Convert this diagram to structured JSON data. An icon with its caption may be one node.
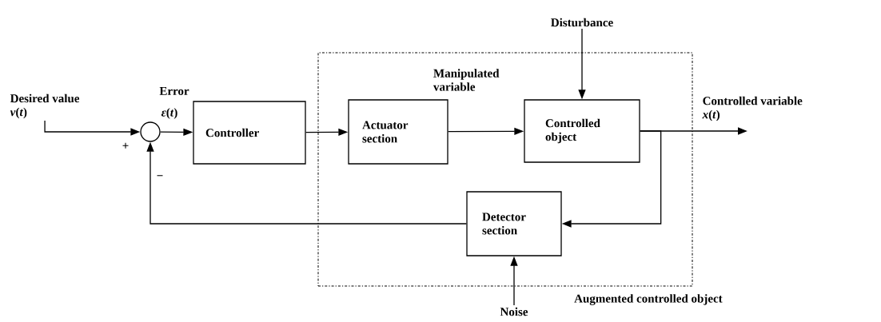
{
  "diagram": {
    "nodes": [
      {
        "text": [
          "Augmented controlled object"
        ]
      },
      {
        "text": [
          "Desired value",
          "*v*(*t*)"
        ]
      },
      {
        "text": [],
        "shape": "circle"
      },
      {
        "text": [
          "Controller"
        ]
      },
      {
        "text": [
          "Actuator section"
        ],
        "in": 0
      },
      {
        "text": [
          "Controlled object"
        ],
        "in": 0
      },
      {
        "text": [
          "Detector section"
        ],
        "in": 0
      },
      {
        "text": [
          "Disturbance"
        ]
      },
      {
        "text": [
          "Noise"
        ]
      },
      {
        "text": [
          "Controlled variable",
          "*x*(*t*)"
        ]
      }
    ],
    "edges": [
      {
        "from": 1,
        "to": 2,
        "arrow": "to"
      },
      {
        "from": 2,
        "to": 3,
        "arrow": "to"
      },
      {
        "from": 3,
        "to": 4,
        "arrow": "to"
      },
      {
        "from": 4,
        "to": 5,
        "arrow": "to",
        "label": "Manipulated variable"
      },
      {
        "from": 7,
        "to": 5,
        "arrow": "to"
      },
      {
        "from": 5,
        "to": 9,
        "arrow": "to"
      },
      {
        "from": 5,
        "to": 6,
        "arrow": "to"
      },
      {
        "from": 6,
        "to": 2,
        "arrow": "to"
      },
      {
        "from": 8,
        "to": 6,
        "arrow": "to"
      }
    ],
    "labels": [
      "Error",
      "*ε*(*t*)",
      "+",
      "−"
    ]
  }
}
